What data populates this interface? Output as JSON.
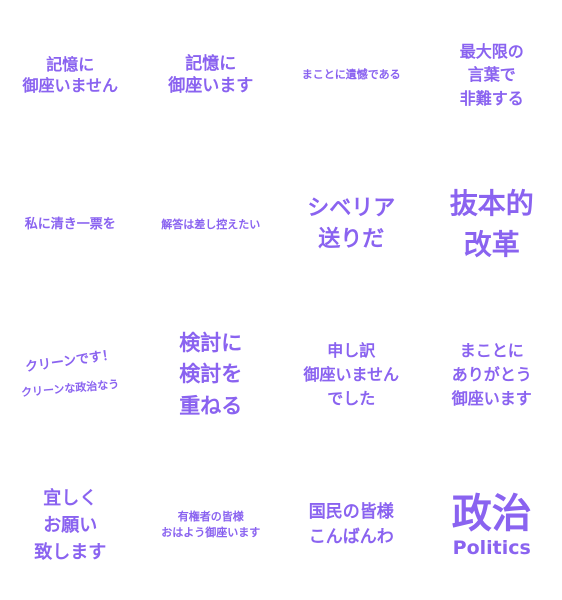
{
  "stickers": [
    {
      "lines": [
        "記憶に",
        "御座いません"
      ]
    },
    {
      "lines": [
        "記憶に",
        "御座います"
      ]
    },
    {
      "lines": [
        "まことに遺憾である"
      ]
    },
    {
      "lines": [
        "最大限の",
        "言葉で",
        "非難する"
      ]
    },
    {
      "lines": [
        "私に清き一票を"
      ]
    },
    {
      "lines": [
        "解答は差し控えたい"
      ]
    },
    {
      "lines": [
        "シベリア",
        "送りだ"
      ]
    },
    {
      "lines": [
        "抜本的",
        "改革"
      ]
    },
    {
      "lines": [
        "クリーンです！",
        "クリーンな政治なう"
      ]
    },
    {
      "lines": [
        "検討に",
        "検討を",
        "重ねる"
      ]
    },
    {
      "lines": [
        "申し訳",
        "御座いません",
        "でした"
      ]
    },
    {
      "lines": [
        "まことに",
        "ありがとう",
        "御座います"
      ]
    },
    {
      "lines": [
        "宜しく",
        "お願い",
        "致します"
      ]
    },
    {
      "lines": [
        "有権者の皆様",
        "おはよう御座います"
      ]
    },
    {
      "lines": [
        "国民の皆様",
        "こんばんわ"
      ]
    },
    {
      "lines": [
        "政治"
      ],
      "sub": "Politics"
    }
  ],
  "colors": {
    "text": "#8a63f0",
    "background": "#ffffff"
  }
}
